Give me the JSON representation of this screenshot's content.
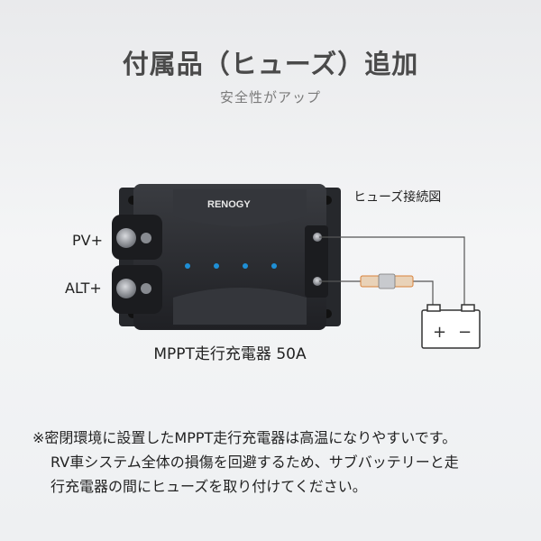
{
  "header": {
    "title": "付属品（ヒューズ）追加",
    "subtitle": "安全性がアップ"
  },
  "device": {
    "brand": "RENOGY",
    "terminal_pv_label": "PV+",
    "terminal_alt_label": "ALT+",
    "caption": "MPPT走行充電器  50A"
  },
  "wiring": {
    "label": "ヒューズ接続図",
    "battery_plus": "+",
    "battery_minus": "−"
  },
  "note": {
    "line1": "※密閉環境に設置したMPPT走行充電器は高温になりやすいです。",
    "line2": "RV車システム全体の損傷を回避するため、サブバッテリーと走",
    "line3": "行充電器の間にヒューズを取り付けてください。"
  },
  "colors": {
    "device_body": "#2b2d31",
    "accent_blue": "#1e8fd6",
    "wire": "#555555",
    "fuse_orange": "#d9823b"
  }
}
